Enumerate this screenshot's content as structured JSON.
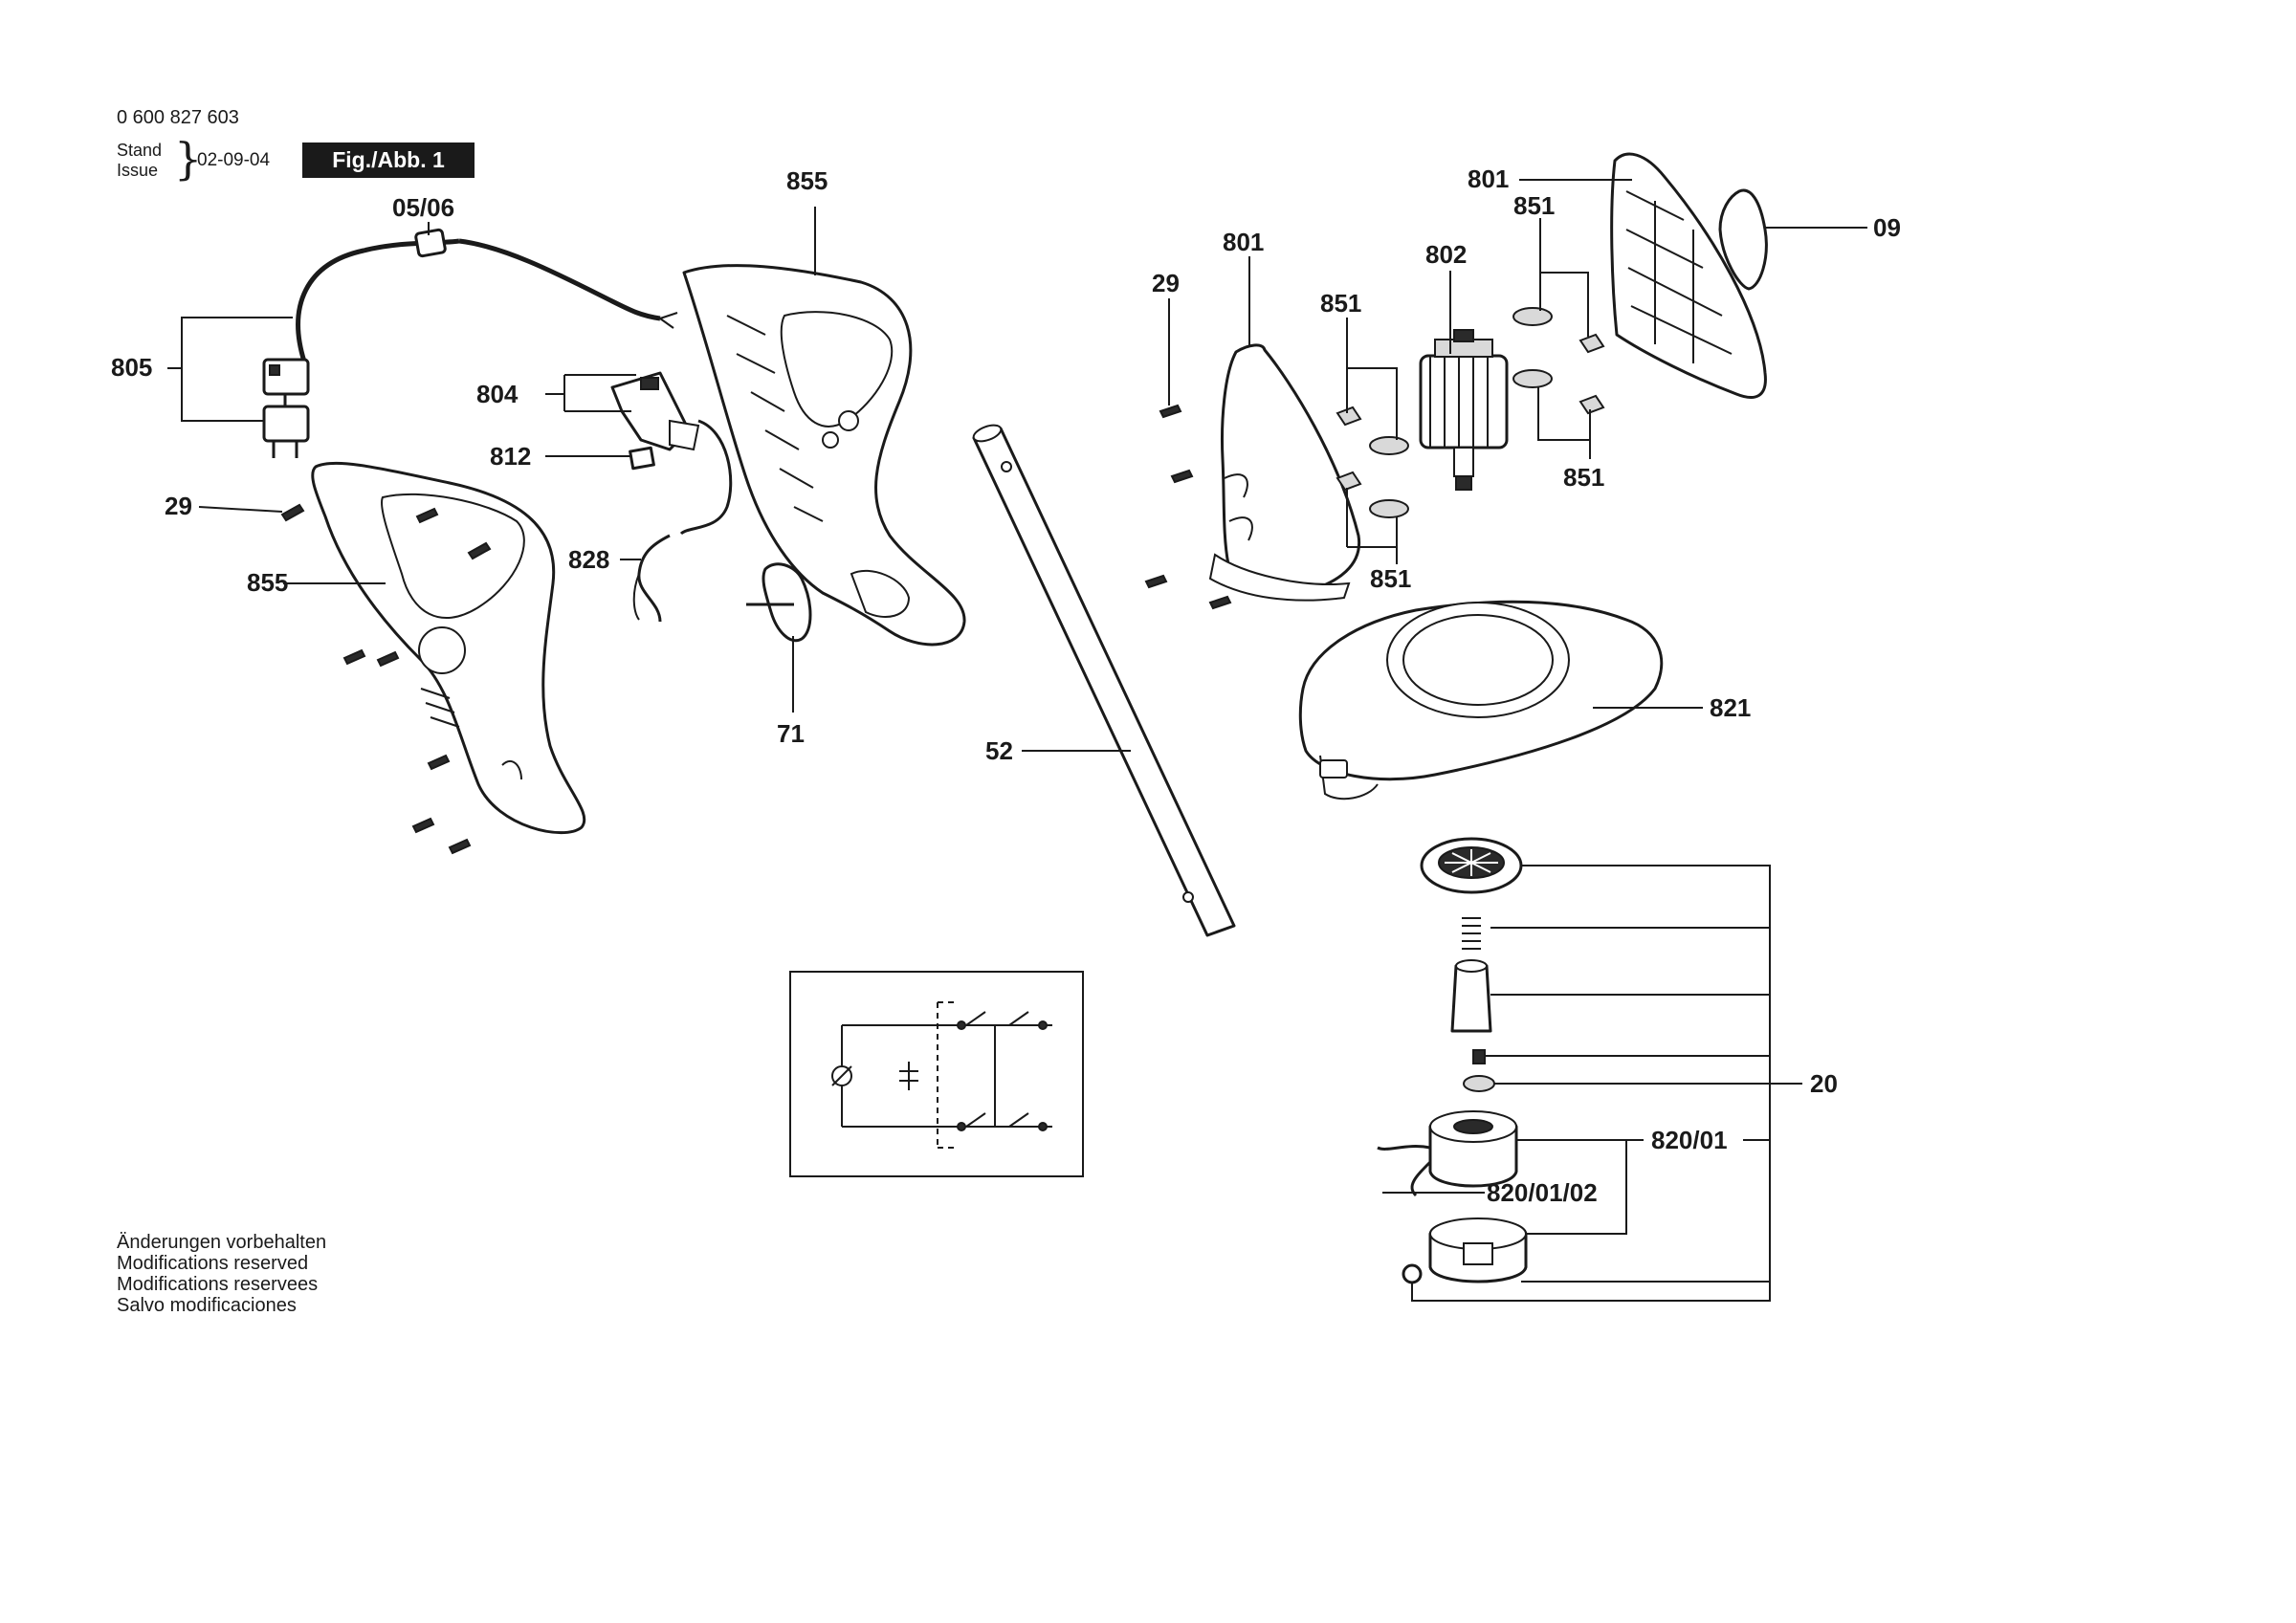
{
  "header": {
    "document_number": "0 600 827 603",
    "stand_label": "Stand",
    "issue_label": "Issue",
    "date": "02-09-04",
    "figure_label": "Fig./Abb. 1"
  },
  "notes": [
    "Änderungen vorbehalten",
    "Modifications reserved",
    "Modifications reservees",
    "Salvo modificaciones"
  ],
  "callouts": {
    "cable_plug": "05/06",
    "plug_assembly": "805",
    "handle_left": "855",
    "handle_right": "855",
    "screw_left": "29",
    "screw_right": "29",
    "switch": "804",
    "switch_part": "812",
    "wiring": "828",
    "clip": "71",
    "tube": "52",
    "motor_housing_left": "801",
    "motor_housing_right": "801",
    "motor": "802",
    "bearing_upper": "851",
    "bearing_lower": "851",
    "bearing_right_upper": "851",
    "bearing_right_lower": "851",
    "cap": "09",
    "guard": "821",
    "spool_kit": "20",
    "spool": "820/01",
    "spool_line": "820/01/02"
  }
}
